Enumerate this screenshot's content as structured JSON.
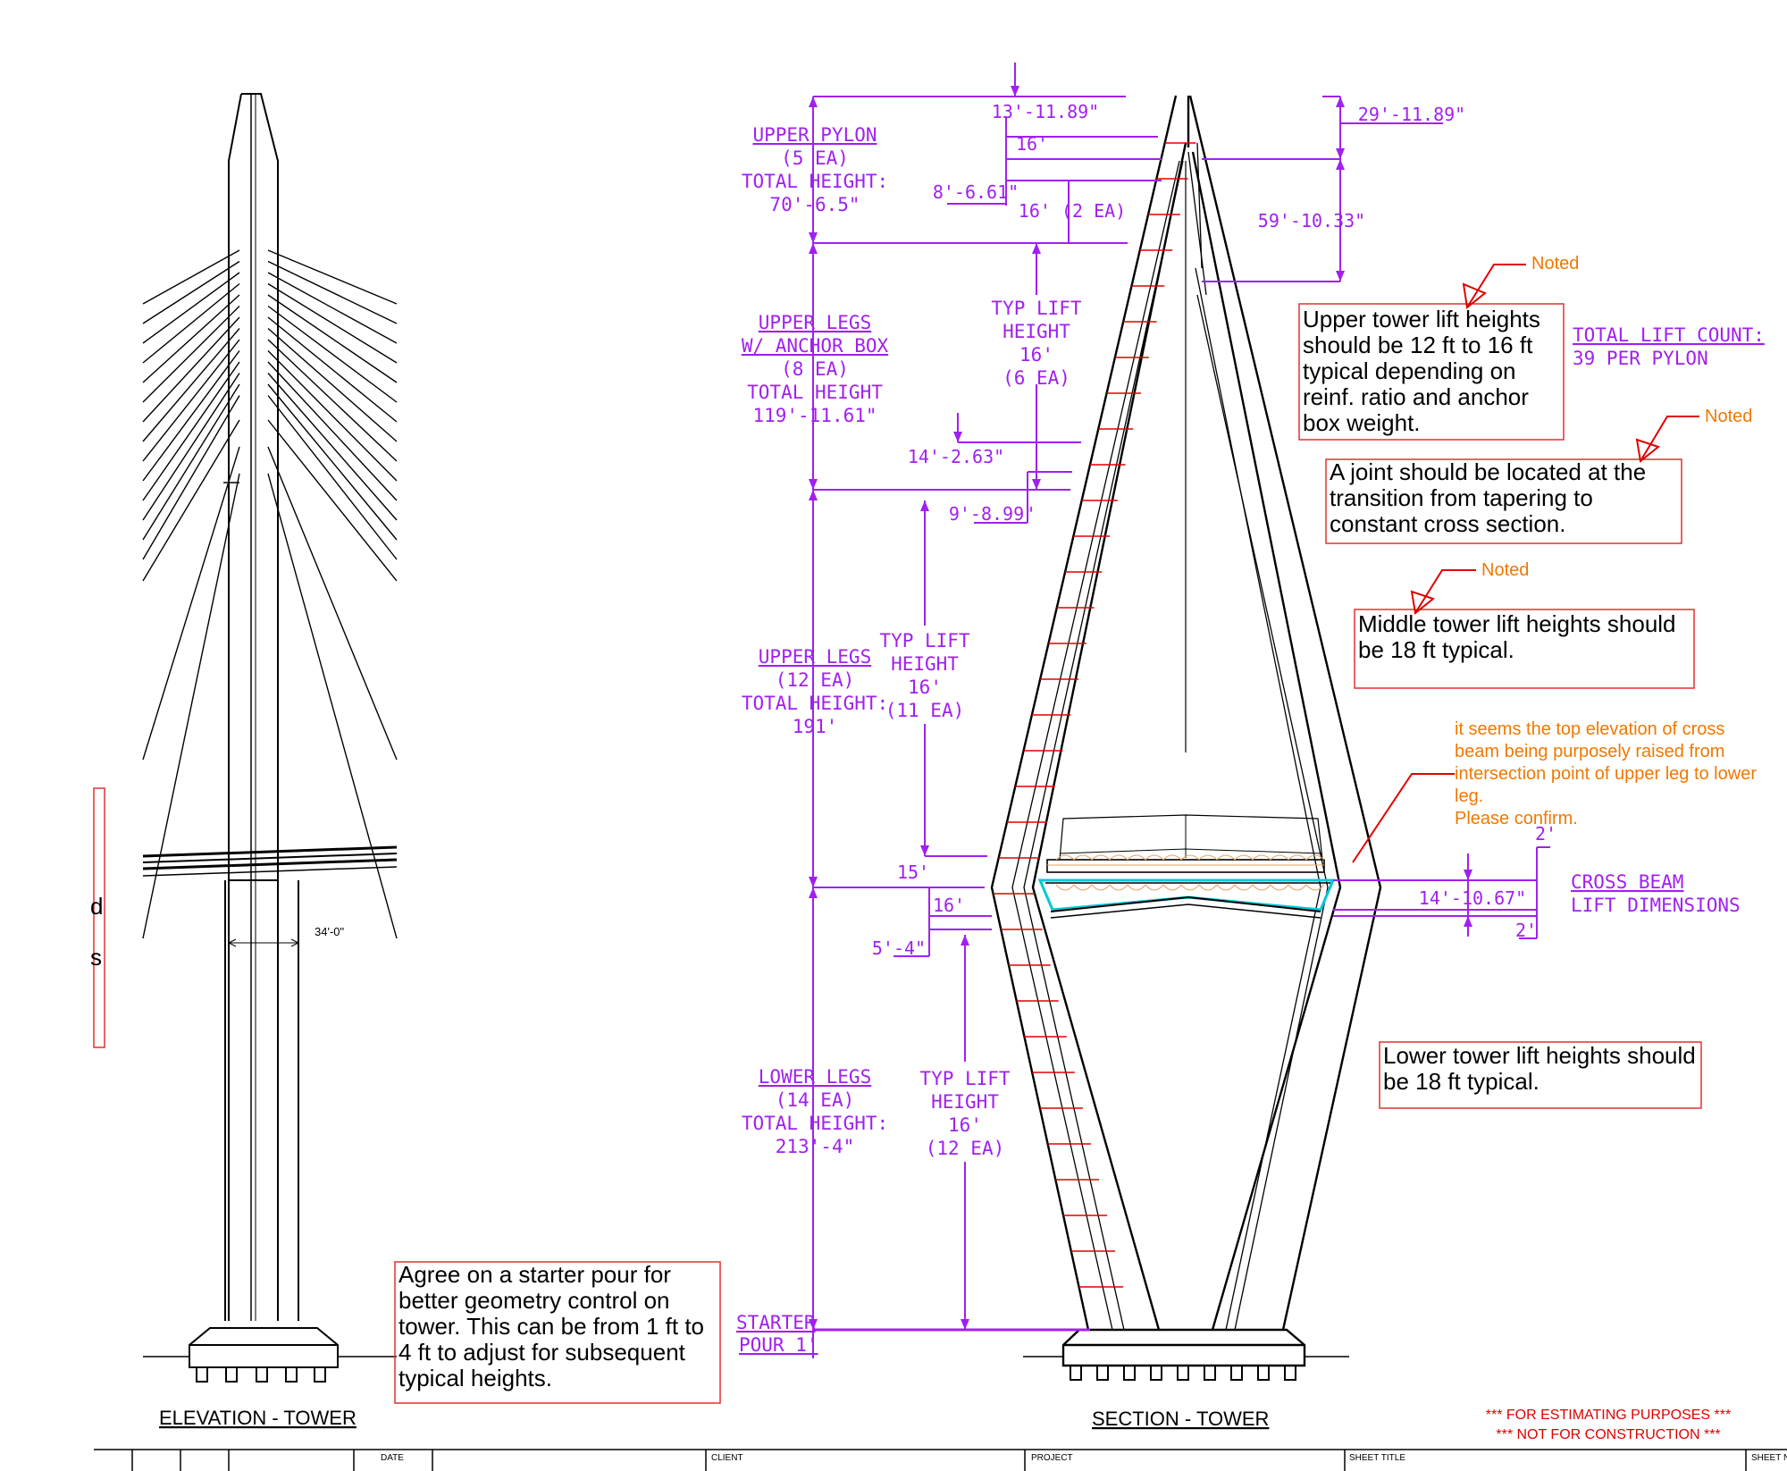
{
  "titles": {
    "elevation": "ELEVATION - TOWER",
    "section": "SECTION - TOWER"
  },
  "elevation": {
    "base_width_dim": "34'-0\"",
    "clipped_left_comment": [
      "d",
      "s"
    ]
  },
  "segments": {
    "upper_pylon": [
      "UPPER PYLON",
      "(5 EA)",
      "TOTAL HEIGHT:",
      "70'-6.5\""
    ],
    "upper_legs_anchor": [
      "UPPER LEGS",
      "W/ ANCHOR BOX",
      "(8 EA)",
      "TOTAL HEIGHT",
      "119'-11.61\""
    ],
    "upper_legs": [
      "UPPER LEGS",
      "(12 EA)",
      "TOTAL HEIGHT:",
      "191'"
    ],
    "lower_legs": [
      "LOWER LEGS",
      "(14 EA)",
      "TOTAL HEIGHT:",
      "213'-4\""
    ],
    "starter": [
      "STARTER",
      "POUR 1'"
    ]
  },
  "typ_lifts": {
    "upper_anchor": [
      "TYP LIFT",
      "HEIGHT",
      "16'",
      "(6 EA)"
    ],
    "upper": [
      "TYP LIFT",
      "HEIGHT",
      "16'",
      "(11 EA)"
    ],
    "lower": [
      "TYP LIFT",
      "HEIGHT",
      "16'",
      "(12 EA)"
    ]
  },
  "dimensions": {
    "top_13": "13'-11.89\"",
    "top_16": "16'",
    "d_8": "8'-6.61\"",
    "d_16_2ea": "16' (2 EA)",
    "d_14": "14'-2.63\"",
    "d_9": "9'-8.99\"",
    "d_15": "15'",
    "d_16b": "16'",
    "d_5": "5'-4\"",
    "right_29": "29'-11.89\"",
    "right_59": "59'-10.33\"",
    "beam_14": "14'-10.67\"",
    "beam_2a": "2'",
    "beam_2b": "2'"
  },
  "notes": {
    "lift_count": [
      "TOTAL LIFT COUNT:",
      "39 PER PYLON"
    ],
    "cross_beam": [
      "CROSS BEAM",
      "LIFT DIMENSIONS"
    ]
  },
  "comments": {
    "upper": [
      "Upper tower lift heights",
      "should be 12 ft to 16 ft",
      "typical depending on",
      "reinf. ratio and anchor",
      "box weight."
    ],
    "joint": [
      "A joint should be located at the",
      "transition from tapering to",
      "constant cross section."
    ],
    "middle": [
      "Middle tower lift heights should",
      "be 18 ft typical."
    ],
    "lower": [
      "Lower tower lift heights should",
      "be 18 ft typical."
    ],
    "starter": [
      "Agree on a starter pour for",
      "better geometry control on",
      "tower. This can be from 1 ft to",
      "4 ft to adjust for subsequent",
      "typical heights."
    ],
    "cross_beam_q": [
      "it seems the top elevation of cross",
      "beam being purposely raised from",
      "intersection point of upper leg to lower",
      "leg.",
      "Please confirm."
    ],
    "noted": "Noted"
  },
  "disclaimer": [
    "***   FOR ESTIMATING PURPOSES ***",
    "***   NOT FOR CONSTRUCTION ***"
  ],
  "title_block": {
    "date": "DATE",
    "client": "CLIENT",
    "project": "PROJECT",
    "sheet_title": "SHEET TITLE",
    "sheet_no": "SHEET N"
  },
  "colors": {
    "dimension": "#a020f0",
    "comment_border": "#e03030",
    "noted": "#f07800",
    "rebar_marks": "#e00000",
    "cross_beam_outline": "#00c8d8"
  }
}
